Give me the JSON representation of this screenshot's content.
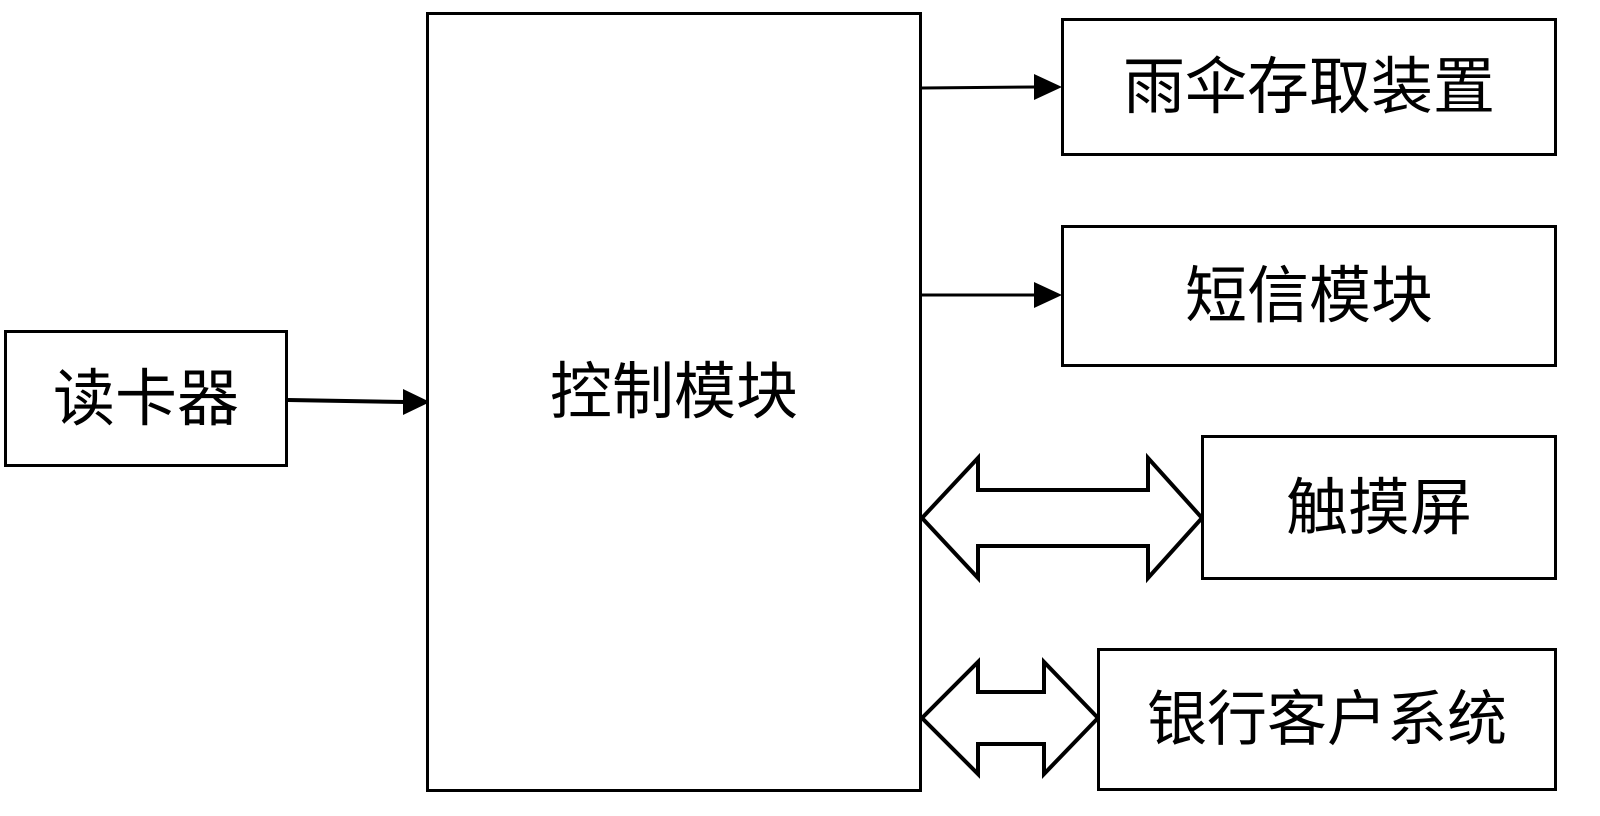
{
  "diagram": {
    "nodes": {
      "card_reader": "读卡器",
      "control_module": "控制模块",
      "umbrella_device": "雨伞存取装置",
      "sms_module": "短信模块",
      "touch_screen": "触摸屏",
      "bank_system": "银行客户系统"
    },
    "edges": [
      {
        "from": "读卡器",
        "to": "控制模块",
        "type": "one-way"
      },
      {
        "from": "控制模块",
        "to": "雨伞存取装置",
        "type": "one-way"
      },
      {
        "from": "控制模块",
        "to": "短信模块",
        "type": "one-way"
      },
      {
        "from": "控制模块",
        "to": "触摸屏",
        "type": "bidirectional"
      },
      {
        "from": "控制模块",
        "to": "银行客户系统",
        "type": "bidirectional"
      }
    ]
  }
}
